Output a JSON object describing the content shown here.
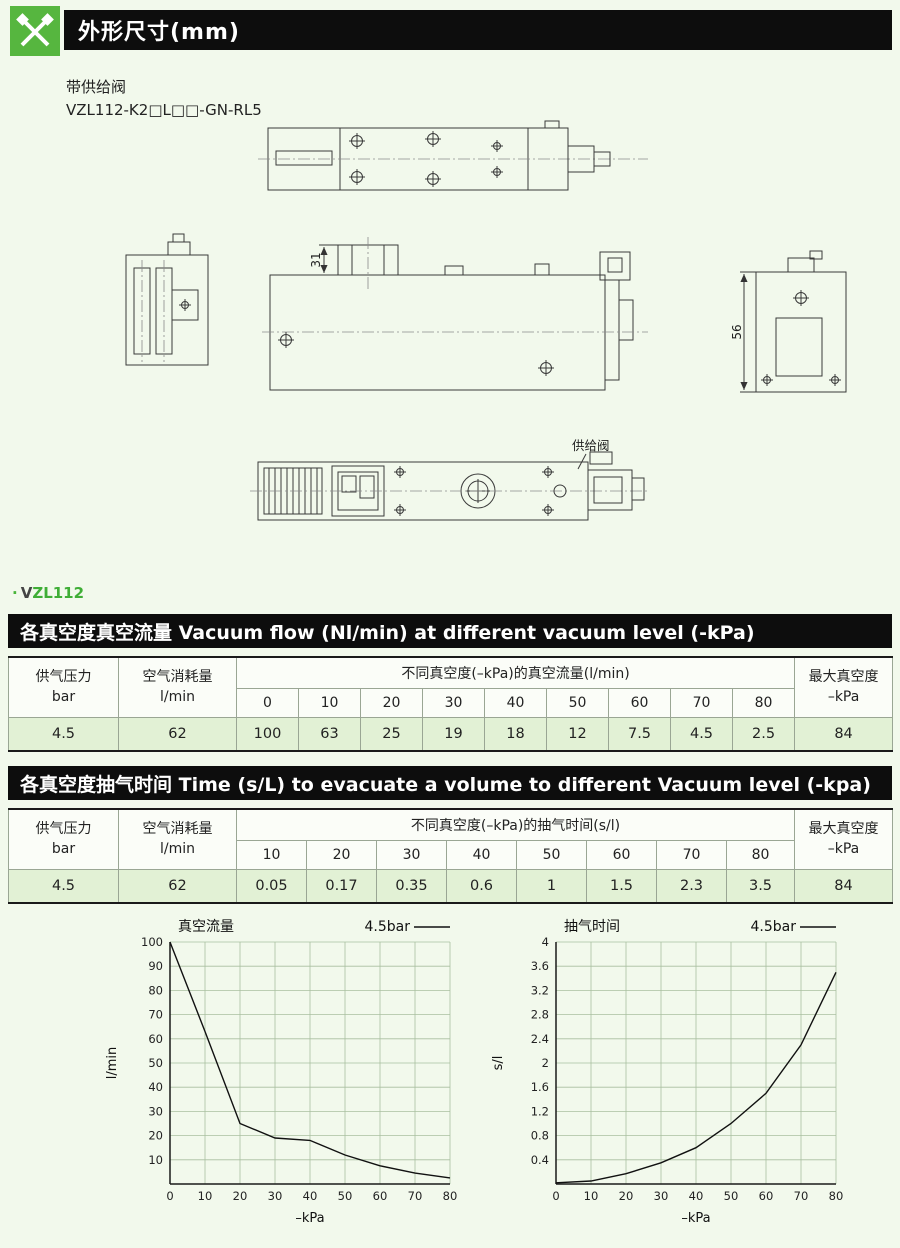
{
  "page": {
    "header_title": "外形尺寸(mm)",
    "subtitle_line1": "带供给阀",
    "subtitle_line2": "VZL112-K2□L□□-GN-RL5"
  },
  "model": {
    "bullet": "·",
    "prefix": "V",
    "name": "ZL112"
  },
  "drawing": {
    "dim_31": "31",
    "dim_56": "56",
    "valve_label": "供给阀"
  },
  "sections": {
    "flow": {
      "title": "各真空度真空流量 Vacuum flow (Nl/min) at different vacuum level (-kPa)"
    },
    "time": {
      "title": "各真空度抽气时间 Time (s/L) to evacuate a volume to different Vacuum level (-kpa)"
    }
  },
  "table1": {
    "col_pressure_l1": "供气压力",
    "col_pressure_l2": "bar",
    "col_consumption_l1": "空气消耗量",
    "col_consumption_l2": "l/min",
    "span_header": "不同真空度(–kPa)的真空流量(l/min)",
    "sub_headers": [
      "0",
      "10",
      "20",
      "30",
      "40",
      "50",
      "60",
      "70",
      "80"
    ],
    "col_max_l1": "最大真空度",
    "col_max_l2": "–kPa",
    "row": {
      "pressure": "4.5",
      "consumption": "62",
      "values": [
        "100",
        "63",
        "25",
        "19",
        "18",
        "12",
        "7.5",
        "4.5",
        "2.5"
      ],
      "max": "84"
    }
  },
  "table2": {
    "col_pressure_l1": "供气压力",
    "col_pressure_l2": "bar",
    "col_consumption_l1": "空气消耗量",
    "col_consumption_l2": "l/min",
    "span_header": "不同真空度(–kPa)的抽气时间(s/l)",
    "sub_headers": [
      "10",
      "20",
      "30",
      "40",
      "50",
      "60",
      "70",
      "80"
    ],
    "col_max_l1": "最大真空度",
    "col_max_l2": "–kPa",
    "row": {
      "pressure": "4.5",
      "consumption": "62",
      "values": [
        "0.05",
        "0.17",
        "0.35",
        "0.6",
        "1",
        "1.5",
        "2.3",
        "3.5"
      ],
      "max": "84"
    }
  },
  "chart_data": [
    {
      "type": "line",
      "title": "真空流量",
      "legend": "4.5bar",
      "ylabel": "l/min",
      "xlabel": "–kPa",
      "xlim": [
        0,
        80
      ],
      "ylim": [
        0,
        100
      ],
      "x_ticks": [
        "0",
        "10",
        "20",
        "30",
        "40",
        "50",
        "60",
        "70",
        "80"
      ],
      "y_ticks": [
        "10",
        "20",
        "30",
        "40",
        "50",
        "60",
        "70",
        "80",
        "90",
        "100"
      ],
      "grid": true,
      "legend_position": "top-right",
      "series": [
        {
          "name": "4.5bar",
          "x": [
            0,
            10,
            20,
            30,
            40,
            50,
            60,
            70,
            80
          ],
          "y": [
            100,
            63,
            25,
            19,
            18,
            12,
            7.5,
            4.5,
            2.5
          ]
        }
      ]
    },
    {
      "type": "line",
      "title": "抽气时间",
      "legend": "4.5bar",
      "ylabel": "s/l",
      "xlabel": "–kPa",
      "xlim": [
        0,
        80
      ],
      "ylim": [
        0,
        4
      ],
      "x_ticks": [
        "0",
        "10",
        "20",
        "30",
        "40",
        "50",
        "60",
        "70",
        "80"
      ],
      "y_ticks": [
        "0.4",
        "0.8",
        "1.2",
        "1.6",
        "2",
        "2.4",
        "2.8",
        "3.2",
        "3.6",
        "4"
      ],
      "grid": true,
      "legend_position": "top-right",
      "series": [
        {
          "name": "4.5bar",
          "x": [
            0,
            10,
            20,
            30,
            40,
            50,
            60,
            70,
            80
          ],
          "y": [
            0.02,
            0.05,
            0.17,
            0.35,
            0.6,
            1,
            1.5,
            2.3,
            3.5
          ]
        }
      ]
    }
  ]
}
